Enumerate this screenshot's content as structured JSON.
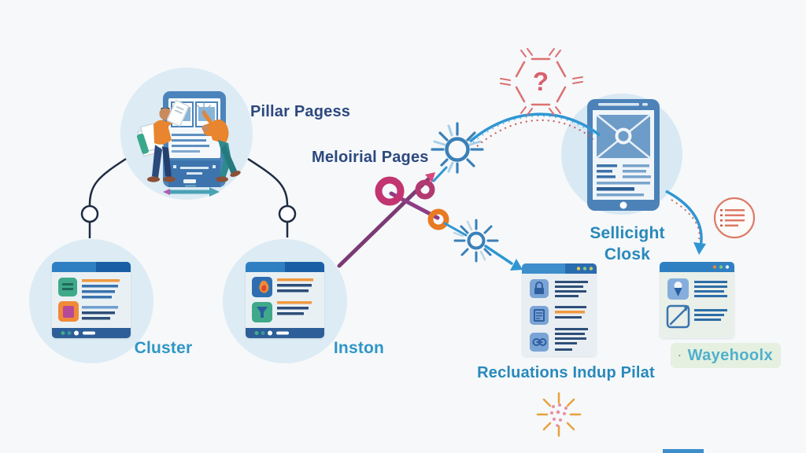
{
  "background": "#f6f8fa",
  "labels": {
    "pillar": "Pillar Pagess",
    "material": "Meloirial Pages",
    "cluster": "Cluster",
    "inston": "Inston",
    "tablet_line1": "Sellicight",
    "tablet_line2": "Closk",
    "bottom": "Recluations Indup Pilat",
    "badge": "Wayehoolx",
    "hexagon_glyph": "?"
  },
  "colors": {
    "navy_label": "#2c487e",
    "blue_label": "#2e96c6",
    "badge_text": "#4fb0cb",
    "link_blue": "#2f96d2",
    "connector_dark": "#1f2c44",
    "scissors_purple": "#7b3a74",
    "ring_magenta": "#c23571",
    "ring_orange": "#e87a22",
    "coral_accent": "#dd7470",
    "sunburst_blue": "#3a80b8",
    "sparkle_orange": "#e8a23c",
    "circle_bg": "#dcebf4",
    "window_bar_blue": "#2e80c2",
    "window_bar_navy": "#1a5ea6",
    "orange_accent": "#f08a38"
  }
}
